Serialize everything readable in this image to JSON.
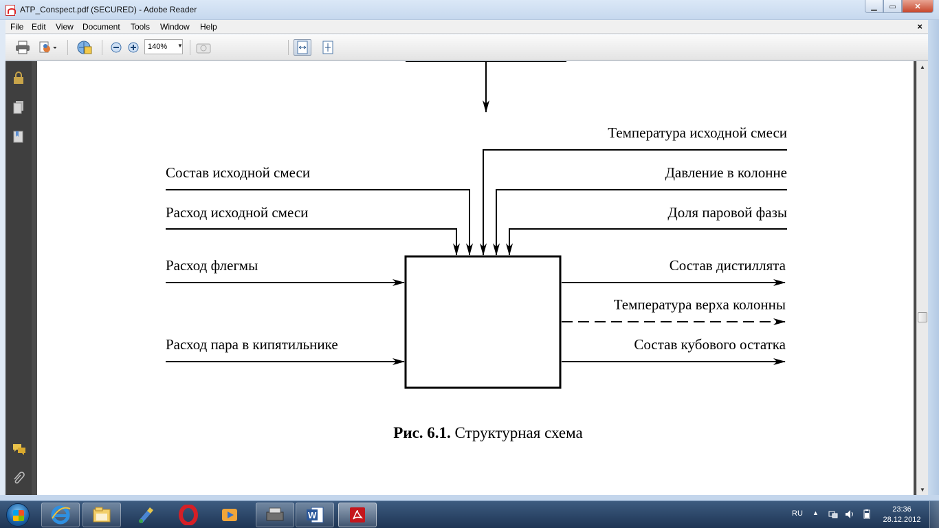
{
  "window": {
    "title": "ATP_Conspect.pdf (SECURED) - Adobe Reader",
    "doc_close": "×"
  },
  "menu": [
    "File",
    "Edit",
    "View",
    "Document",
    "Tools",
    "Window",
    "Help"
  ],
  "toolbar": {
    "zoom": "140%"
  },
  "diagram": {
    "inputs_left": [
      "Состав исходной смеси",
      "Расход исходной смеси",
      "Расход флегмы",
      "Расход пара в кипятильнике"
    ],
    "inputs_right": [
      "Температура исходной смеси",
      "Давление в колонне",
      "Доля паровой фазы"
    ],
    "outputs": [
      "Состав дистиллята",
      "Температура верха колонны",
      "Состав кубового остатка"
    ],
    "caption_bold": "Рис. 6.1.",
    "caption_text": " Структурная схема"
  },
  "taskbar": {
    "lang": "RU",
    "time": "23:36",
    "date": "28.12.2012"
  },
  "colors": {
    "title_bar": "#c6d8ee",
    "nav_panel": "#3f3f3f",
    "taskbar": "#1e3554",
    "close_button": "#c7462b"
  }
}
